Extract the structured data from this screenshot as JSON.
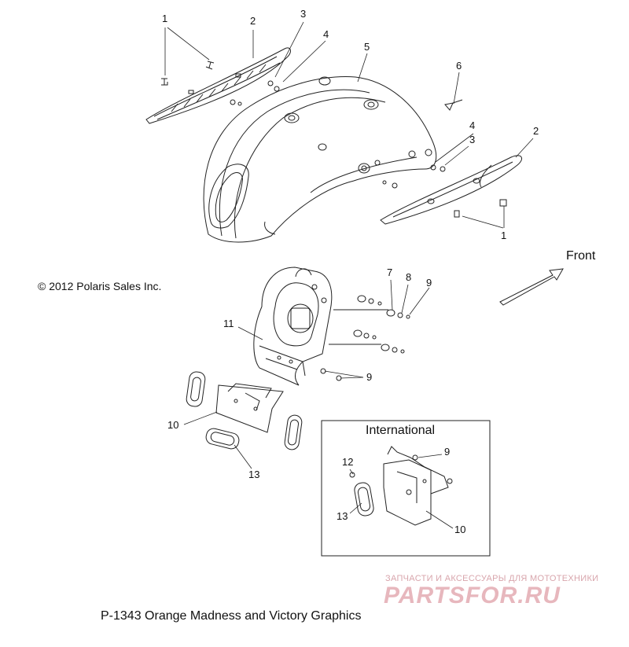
{
  "copyright": "© 2012 Polaris Sales Inc.",
  "front_label": "Front",
  "international_title": "International",
  "caption": "P-1343 Orange Madness and Victory Graphics",
  "watermark": {
    "top_line": "ЗАПЧАСТИ И АКСЕССУАРЫ ДЛЯ МОТОТЕХНИКИ",
    "brand": "PARTSFOR.RU"
  },
  "callouts": [
    "1",
    "2",
    "3",
    "4",
    "5",
    "6",
    "4",
    "3",
    "2",
    "1",
    "7",
    "8",
    "9",
    "11",
    "9",
    "10",
    "13",
    "12",
    "9",
    "13",
    "10"
  ],
  "colors": {
    "line": "#222222",
    "watermark": "#e7b7bd"
  }
}
